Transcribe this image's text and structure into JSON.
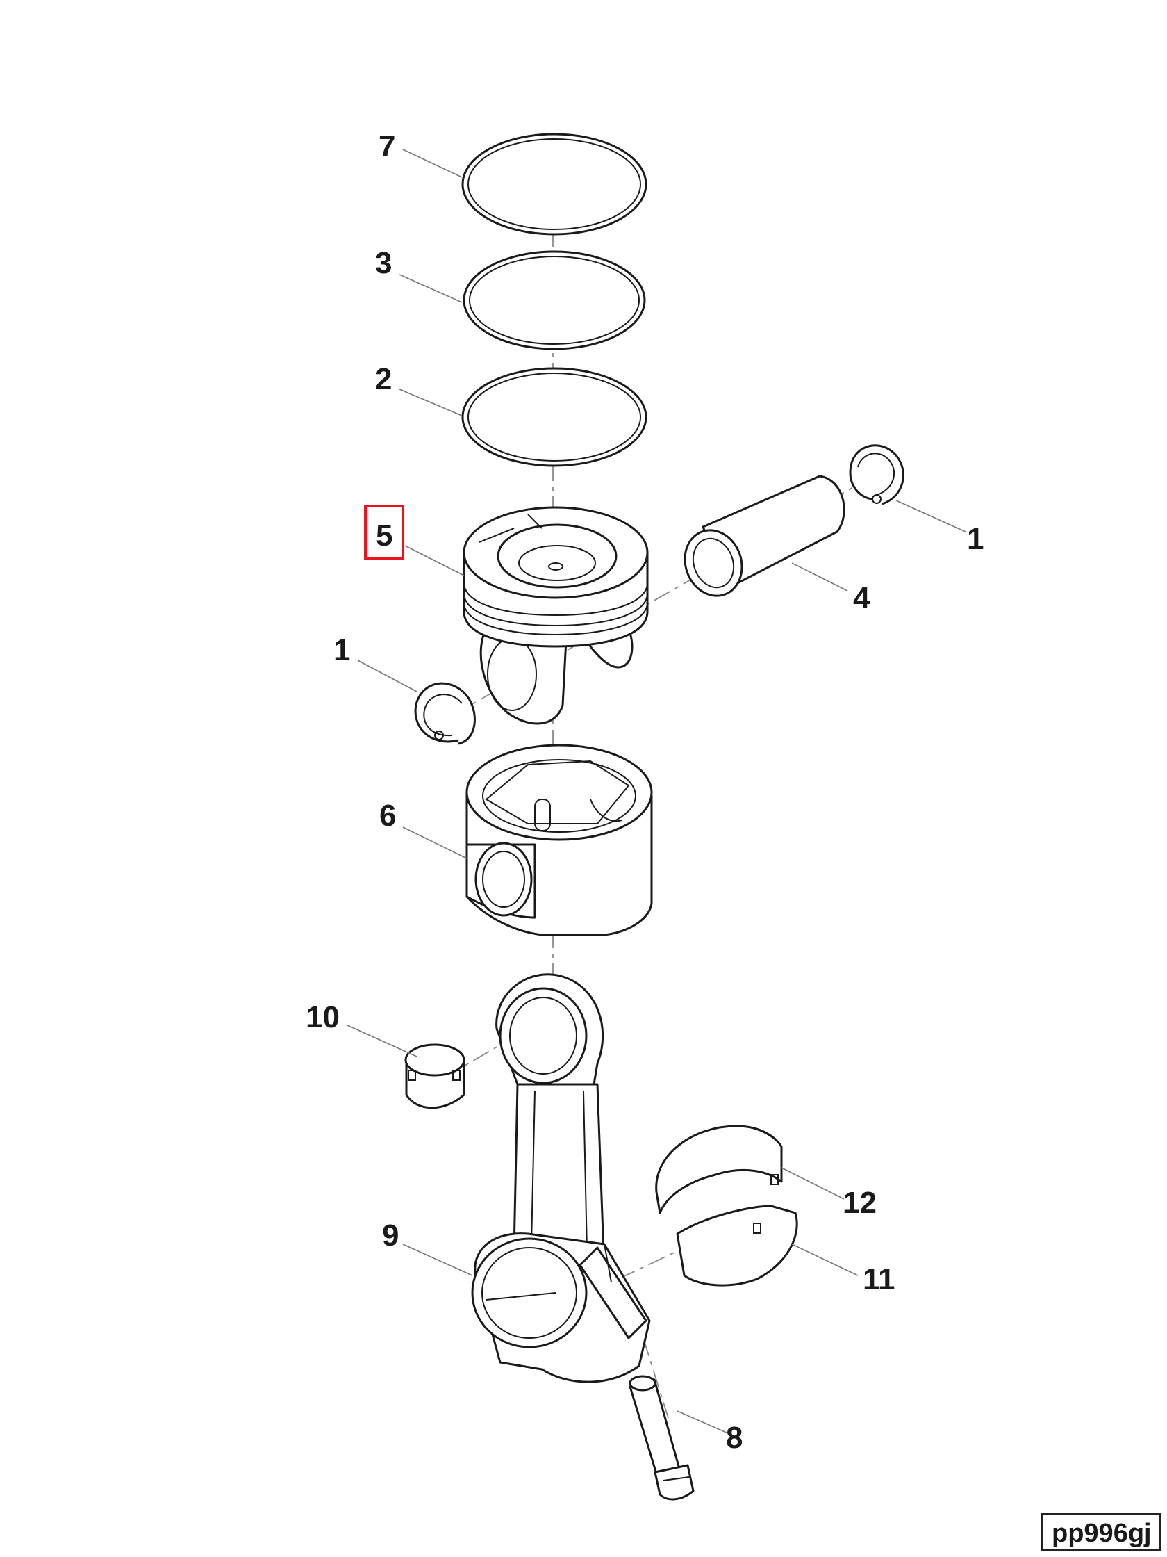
{
  "diagram": {
    "reference_code": "pp996gj",
    "highlighted_callout": "5",
    "highlight_color": "#e8141e",
    "callouts": {
      "c7": "7",
      "c3": "3",
      "c2": "2",
      "c5": "5",
      "c1_left": "1",
      "c1_right": "1",
      "c4": "4",
      "c6": "6",
      "c10": "10",
      "c9": "9",
      "c12": "12",
      "c11": "11",
      "c8": "8"
    }
  }
}
